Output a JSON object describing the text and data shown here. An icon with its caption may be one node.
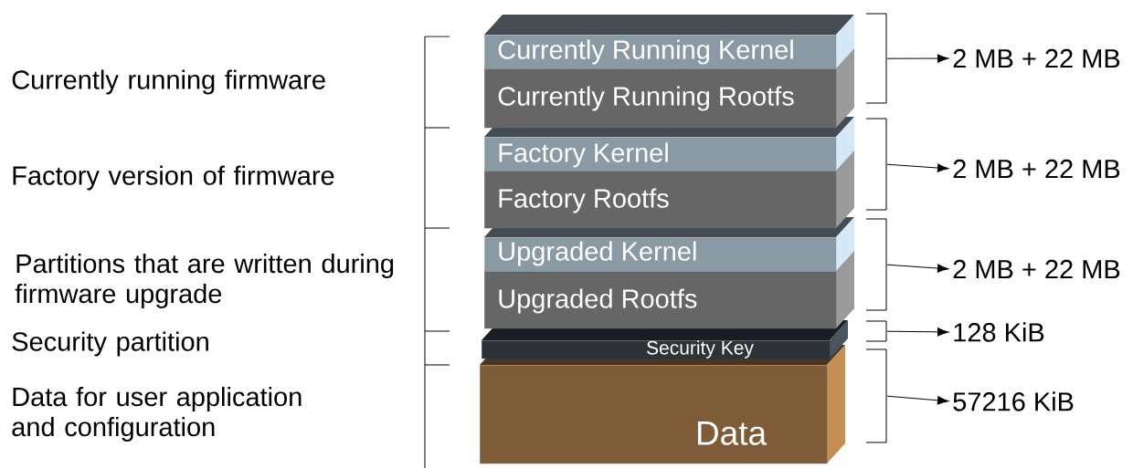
{
  "diagram": {
    "nodes": [
      {
        "text": [
          "Currently Running Kernel"
        ]
      },
      {
        "text": [
          "Currently Running Rootfs"
        ]
      },
      {
        "text": [
          "Factory Kernel"
        ]
      },
      {
        "text": [
          "Factory Rootfs"
        ]
      },
      {
        "text": [
          "Upgraded Kernel"
        ]
      },
      {
        "text": [
          "Upgraded Rootfs"
        ]
      },
      {
        "text": [
          "Security Key"
        ]
      },
      {
        "text": [
          "Data"
        ]
      },
      {
        "text": [
          "2 MB + 22 MB"
        ]
      },
      {
        "text": [
          "2 MB + 22 MB"
        ]
      },
      {
        "text": [
          "2 MB + 22 MB"
        ]
      },
      {
        "text": [
          "128 KiB"
        ]
      },
      {
        "text": [
          "57216 KiB"
        ]
      },
      {
        "text": [],
        "shape": "bracket"
      },
      {
        "text": [],
        "shape": "bracket"
      },
      {
        "text": [],
        "shape": "bracket"
      },
      {
        "text": [],
        "shape": "bracket"
      },
      {
        "text": [],
        "shape": "bracket"
      }
    ],
    "edges": [
      {
        "from": 13,
        "to": 8,
        "arrow": "to"
      },
      {
        "from": 14,
        "to": 9,
        "arrow": "to"
      },
      {
        "from": 15,
        "to": 10,
        "arrow": "to"
      },
      {
        "from": 16,
        "to": 11,
        "arrow": "to"
      },
      {
        "from": 17,
        "to": 12,
        "arrow": "to"
      }
    ],
    "labels": [
      "Currently running firmware",
      "Factory version of firmware",
      "Partitions that are written during firmware upgrade",
      "Security partition",
      "Data for user application and configuration"
    ]
  }
}
